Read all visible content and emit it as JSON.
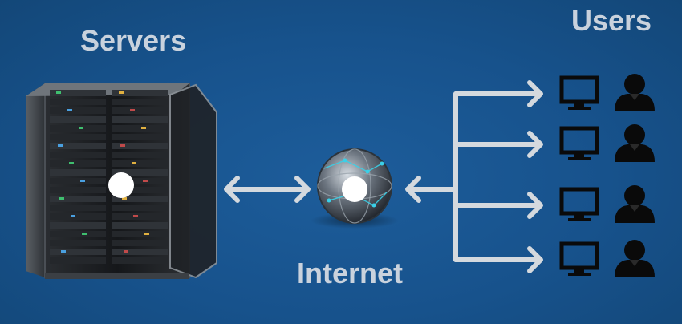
{
  "labels": {
    "servers": "Servers",
    "internet": "Internet",
    "users": "Users"
  },
  "colors": {
    "background": "#17528c",
    "label": "#c9d2dd",
    "arrow": "#d4d9de",
    "icon": "#0a0a0a",
    "marker": "#ffffff"
  },
  "icons": {
    "servers": "server-rack-icon",
    "internet": "globe-icon",
    "users": [
      "monitor-icon",
      "person-icon"
    ]
  },
  "user_count": 4
}
